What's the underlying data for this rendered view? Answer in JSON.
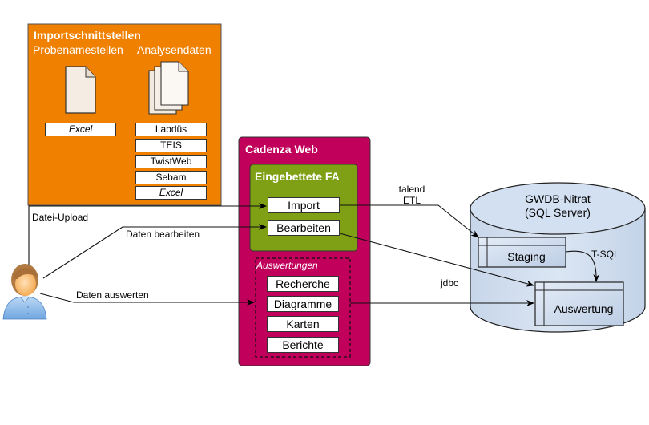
{
  "import_panel": {
    "title": "Importschnittstellen",
    "col_left": "Probenamestellen",
    "col_right": "Analysendaten",
    "left_items": [
      "Excel"
    ],
    "right_items": [
      "Labdüs",
      "TEIS",
      "TwistWeb",
      "Sebam",
      "Excel"
    ],
    "fill": "#f08000"
  },
  "cadenza": {
    "title": "Cadenza Web",
    "fill": "#c0005b",
    "embedded": {
      "title": "Eingebettete FA",
      "fill": "#7fa014",
      "items": [
        "Import",
        "Bearbeiten"
      ]
    },
    "evaluations": {
      "title": "Auswertungen",
      "items": [
        "Recherche",
        "Diagramme",
        "Karten",
        "Berichte"
      ]
    }
  },
  "database": {
    "title": "GWDB-Nitrat",
    "subtitle": "(SQL Server)",
    "fill": "#d2dff0",
    "tables": [
      "Staging",
      "Auswertung"
    ]
  },
  "edges": {
    "upload": "Datei-Upload",
    "edit": "Daten bearbeiten",
    "evaluate": "Daten auswerten",
    "etl_line1": "talend",
    "etl_line2": "ETL",
    "tsql": "T-SQL",
    "jdbc": "jdbc"
  },
  "icons": {
    "user": "user-icon",
    "single_doc": "document-icon",
    "multi_doc": "documents-stack-icon"
  }
}
